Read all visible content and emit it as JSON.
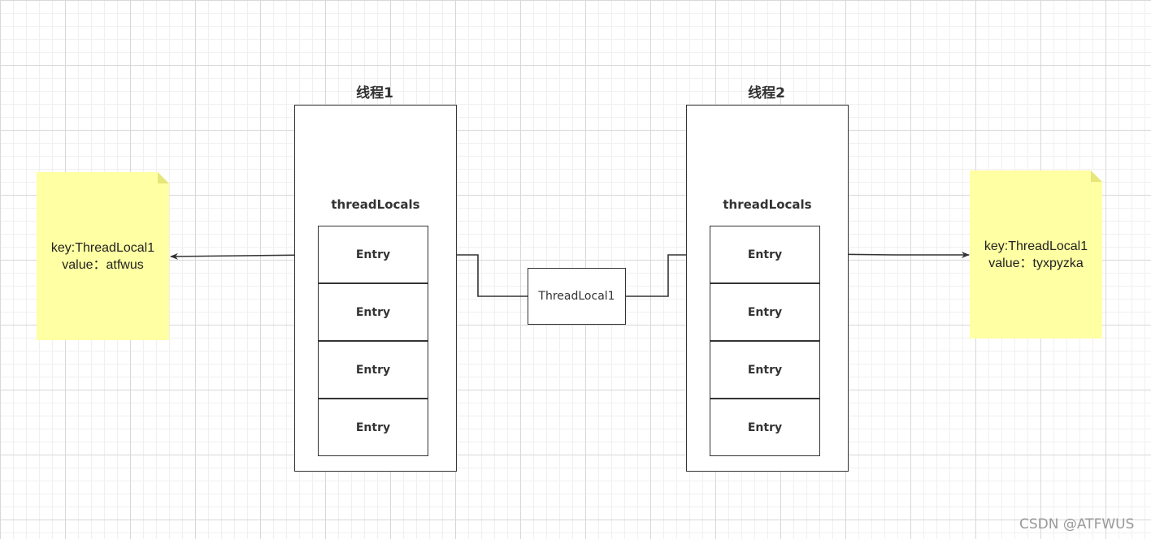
{
  "thread1": {
    "title": "线程1",
    "label": "threadLocals",
    "entries": [
      "Entry",
      "Entry",
      "Entry",
      "Entry"
    ]
  },
  "thread2": {
    "title": "线程2",
    "label": "threadLocals",
    "entries": [
      "Entry",
      "Entry",
      "Entry",
      "Entry"
    ]
  },
  "center_key": {
    "label": "ThreadLocal1"
  },
  "note_left": {
    "line1": "key:ThreadLocal1",
    "line2": "value：atfwus"
  },
  "note_right": {
    "line1": "key:ThreadLocal1",
    "line2": "value：tyxpyzka"
  },
  "watermark": "CSDN @ATFWUS",
  "colors": {
    "stroke": "#333333",
    "note_fill": "#ffffa3",
    "grid": "#d8d8d8"
  }
}
